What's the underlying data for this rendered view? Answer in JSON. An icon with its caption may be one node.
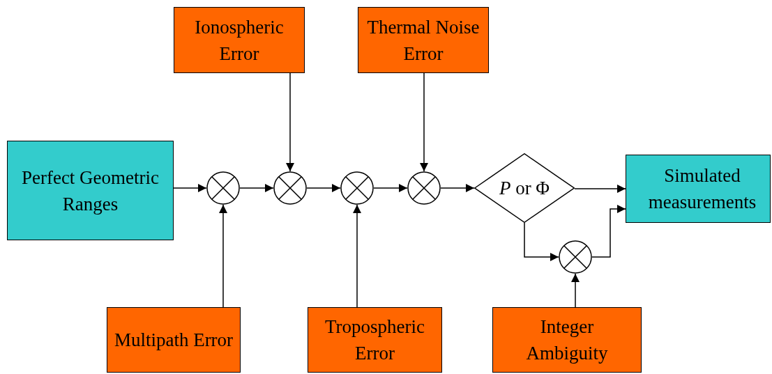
{
  "diagram": {
    "nodes": [
      {
        "text": [
          "Ionospheric Error"
        ]
      },
      {
        "text": [
          "Thermal Noise Error"
        ]
      },
      {
        "text": [
          "Perfect Geometric Ranges"
        ]
      },
      {
        "text": [],
        "shape": "circle"
      },
      {
        "text": [],
        "shape": "circle"
      },
      {
        "text": [],
        "shape": "circle"
      },
      {
        "text": [],
        "shape": "circle"
      },
      {
        "text": [
          "*P* or Φ"
        ]
      },
      {
        "text": [
          "Simulated measurements"
        ]
      },
      {
        "text": [],
        "shape": "circle"
      },
      {
        "text": [
          "Multipath Error"
        ]
      },
      {
        "text": [
          "Tropospheric Error"
        ]
      },
      {
        "text": [
          "Integer Ambiguity"
        ]
      }
    ],
    "edges": [
      {
        "from": 2,
        "to": 3,
        "arrow": "to"
      },
      {
        "from": 3,
        "to": 4,
        "arrow": "to"
      },
      {
        "from": 4,
        "to": 5,
        "arrow": "to"
      },
      {
        "from": 5,
        "to": 6,
        "arrow": "to"
      },
      {
        "from": 6,
        "to": 7,
        "arrow": "to"
      },
      {
        "from": 7,
        "to": 8,
        "arrow": "to"
      },
      {
        "from": 7,
        "to": 9,
        "arrow": "to"
      },
      {
        "from": 9,
        "to": 8,
        "arrow": "to"
      },
      {
        "from": 0,
        "to": 4,
        "arrow": "to"
      },
      {
        "from": 1,
        "to": 6,
        "arrow": "to"
      },
      {
        "from": 10,
        "to": 3,
        "arrow": "to"
      },
      {
        "from": 11,
        "to": 5,
        "arrow": "to"
      },
      {
        "from": 12,
        "to": 9,
        "arrow": "to"
      }
    ]
  }
}
